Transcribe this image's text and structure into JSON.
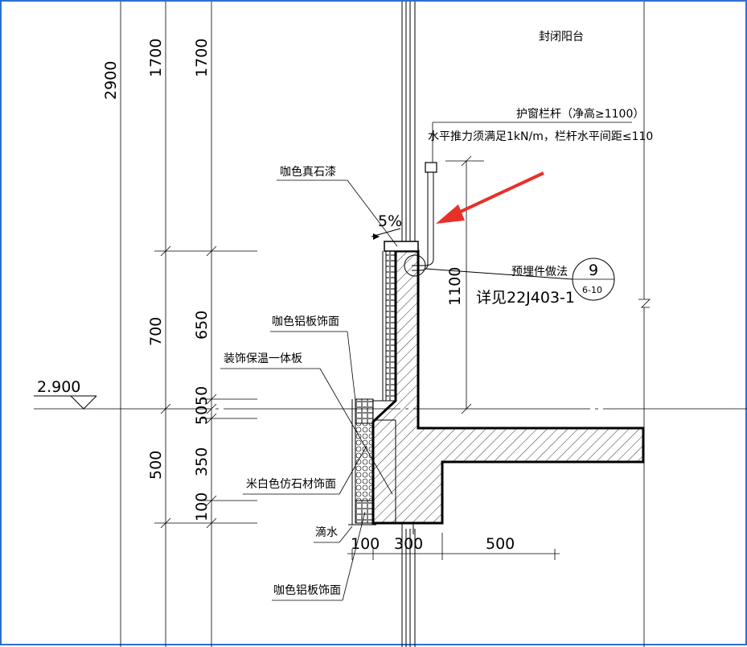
{
  "drawing": {
    "title_room": "封闭阳台",
    "elevation_mark": "2.900",
    "left_dims": {
      "col1": [
        "2900"
      ],
      "col2": [
        "1700",
        "700",
        "500"
      ],
      "col3": [
        "1700",
        "650",
        "50",
        "50",
        "350",
        "100"
      ]
    },
    "bottom_dims": [
      "100",
      "300",
      "500"
    ],
    "railing_dim": "1100",
    "slope": "5%",
    "notes": {
      "railing_line1": "护窗栏杆（净高≥1100）",
      "railing_line2": "水平推力须满足1kN/m，栏杆水平间距≤110",
      "stone_paint": "咖色真石漆",
      "embedded_part": "预埋件做法",
      "embedded_ref": "详见22J403-1",
      "detail_number": "9",
      "detail_sheet": "6-10",
      "aluminum_upper": "咖色铝板饰面",
      "insulation_board": "装饰保温一体板",
      "faux_stone": "米白色仿石材饰面",
      "drip": "滴水",
      "aluminum_lower": "咖色铝板饰面"
    },
    "colors": {
      "frame_border": "#2f6fd0",
      "arrow": "#e8302a",
      "line": "#000000"
    }
  }
}
